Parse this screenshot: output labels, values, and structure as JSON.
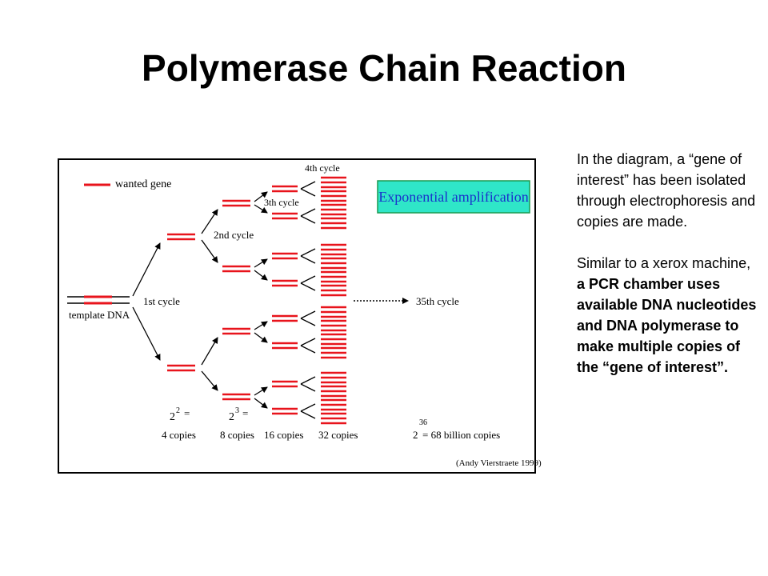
{
  "slide": {
    "title": "Polymerase Chain Reaction",
    "paragraph1": "In the diagram, a “gene of interest” has been isolated through electrophoresis and copies are made.",
    "paragraph2_lead": "Similar to a xerox machine, ",
    "paragraph2_bold": "a PCR chamber uses available DNA nucleotides and DNA polymerase to make multiple copies of the “gene of interest”."
  },
  "diagram": {
    "legend_label": "wanted gene",
    "banner": "Exponential amplification",
    "template_label": "template DNA",
    "cycles": {
      "c1": "1st cycle",
      "c2": "2nd cycle",
      "c3": "3th cycle",
      "c4": "4th cycle",
      "c35": "35th cycle"
    },
    "counts": {
      "c4_base": "2",
      "c4_exp": "2",
      "c4_eq": "=",
      "c4_label": "4 copies",
      "c8_base": "2",
      "c8_exp": "3",
      "c8_eq": "=",
      "c8_label": "8 copies",
      "c16_label": "16 copies",
      "c32_label": "32 copies",
      "big_base": "2",
      "big_exp": "36",
      "big_rest": "= 68 billion copies"
    },
    "credit": "(Andy Vierstraete 1999)",
    "colors": {
      "gene": "#e8141c",
      "banner_bg": "#2fe6c8",
      "banner_edge": "#1a9a50",
      "banner_text": "#1a33cc"
    }
  }
}
